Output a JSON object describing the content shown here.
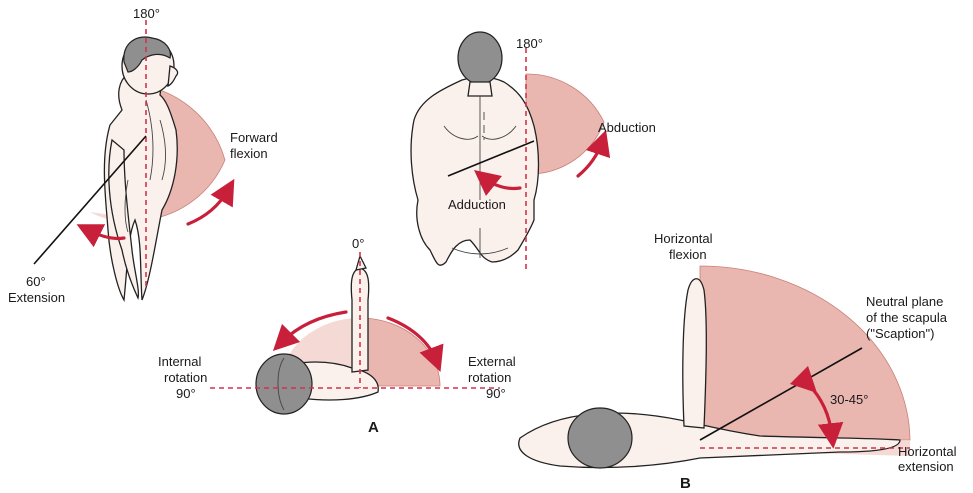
{
  "figure": {
    "panel_a": {
      "label": "A",
      "side_view": {
        "top_angle": "180°",
        "flexion_label_1": "Forward",
        "flexion_label_2": "flexion",
        "ext_angle": "60°",
        "ext_label": "Extension"
      },
      "back_view": {
        "top_angle": "180°",
        "abduction_label": "Abduction",
        "adduction_label": "Adduction"
      },
      "top_view": {
        "zero_angle": "0°",
        "internal_1": "Internal",
        "internal_2": "rotation",
        "internal_angle": "90°",
        "external_1": "External",
        "external_2": "rotation",
        "external_angle": "90°"
      }
    },
    "panel_b": {
      "label": "B",
      "hflex_1": "Horizontal",
      "hflex_2": "flexion",
      "neutral_1": "Neutral plane",
      "neutral_2": "of the scapula",
      "neutral_3": "(\"Scaption\")",
      "angle_range": "30-45°",
      "hext_1": "Horizontal",
      "hext_2": "extension"
    }
  }
}
